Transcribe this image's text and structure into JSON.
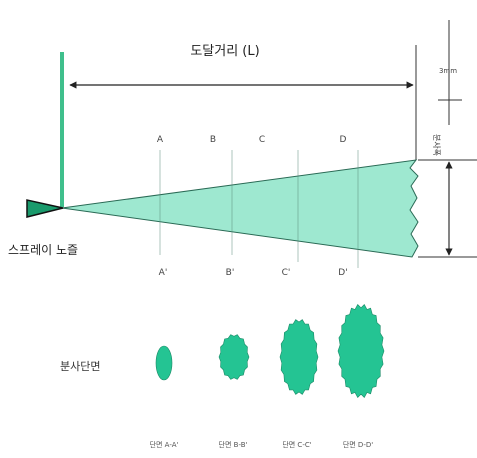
{
  "colors": {
    "spray": "#9ee8d0",
    "spray_edge": "#2a6a55",
    "nozzle_bar": "#3fbf8c",
    "nozzle_tip": "#1a9a6c",
    "blob": "#24c493",
    "line": "#222222"
  },
  "labels": {
    "distance": "도달거리 (L)",
    "right_top": "3mm",
    "right_mid": "분사폭",
    "nozzle": "스프레이 노즐",
    "cross_section": "분사단면",
    "sections_top": [
      "A",
      "B",
      "C",
      "D"
    ],
    "sections_bottom": [
      "A'",
      "B'",
      "C'",
      "D'"
    ],
    "section_names": [
      "단면 A-A'",
      "단면 B-B'",
      "단면 C-C'",
      "단면 D-D'"
    ]
  }
}
